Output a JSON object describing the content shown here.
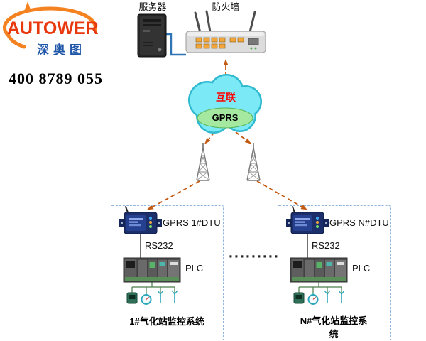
{
  "logo": {
    "brand": "AUTOWER",
    "subtitle": "深奥图",
    "phone": "400 8789 055"
  },
  "topology": {
    "server_label": "服务器",
    "firewall_label": "防火墙",
    "cloud_label": "互联",
    "cloud_sublabel": "GPRS",
    "separator_dots": "·········"
  },
  "stations": [
    {
      "dtu_label": "GPRS 1#DTU",
      "link_label": "RS232",
      "plc_label": "PLC",
      "system_label": "1#气化站监控系统"
    },
    {
      "dtu_label": "GPRS N#DTU",
      "link_label": "RS232",
      "plc_label": "PLC",
      "system_label": "N#气化站监控系统"
    }
  ],
  "colors": {
    "logo_red": "#e8380d",
    "logo_orange": "#f58220",
    "logo_blue": "#1f56a8",
    "dashed_line": "#c45911",
    "cable_blue": "#2e75b6",
    "cloud_fill": "#7ceaf6",
    "cloud_edge": "#2fb9cf",
    "gprs_fill": "#a5e8a0",
    "box_border": "#8fb4dd"
  }
}
